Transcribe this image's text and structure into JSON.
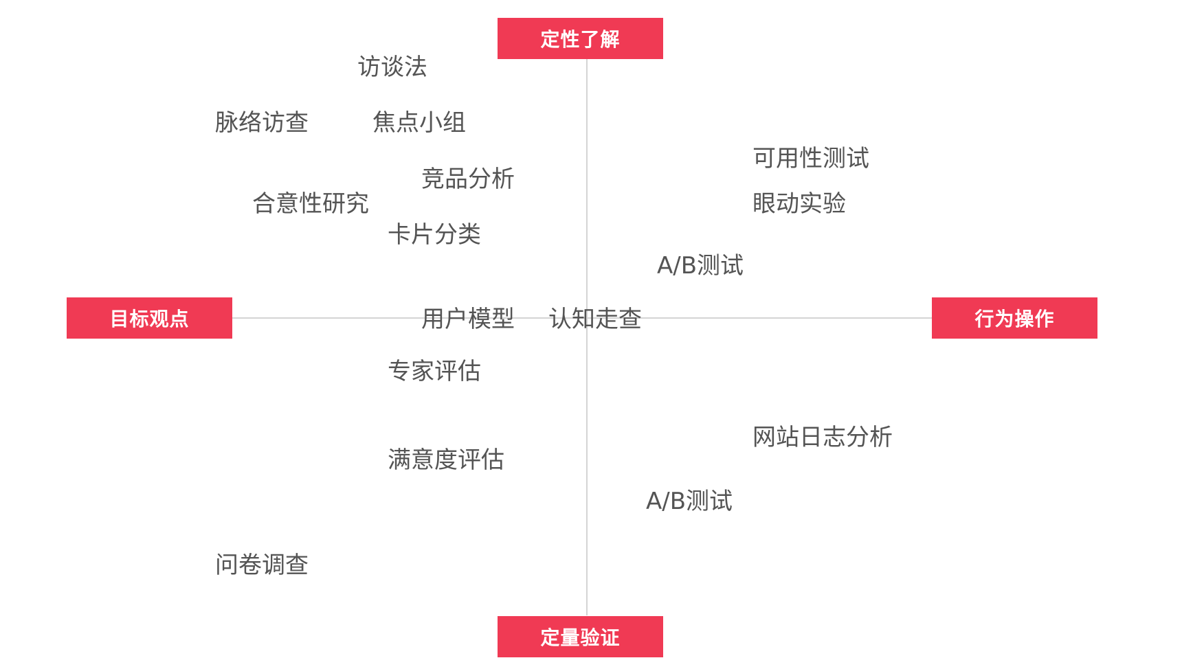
{
  "axes": {
    "top": "定性了解",
    "bottom": "定量验证",
    "left": "目标观点",
    "right": "行为操作"
  },
  "accent_color": "#f03a54",
  "methods": {
    "interview": "访谈法",
    "contextual_inquiry": "脉络访查",
    "focus_group": "焦点小组",
    "usability_test": "可用性测试",
    "competitive_analysis": "竞品分析",
    "desirability_study": "合意性研究",
    "eye_tracking": "眼动实验",
    "card_sorting": "卡片分类",
    "ab_test_upper": "A/B测试",
    "user_model": "用户模型",
    "cognitive_walkthrough": "认知走查",
    "expert_review": "专家评估",
    "web_log_analysis": "网站日志分析",
    "satisfaction_assessment": "满意度评估",
    "ab_test_lower": "A/B测试",
    "survey": "问卷调查"
  }
}
